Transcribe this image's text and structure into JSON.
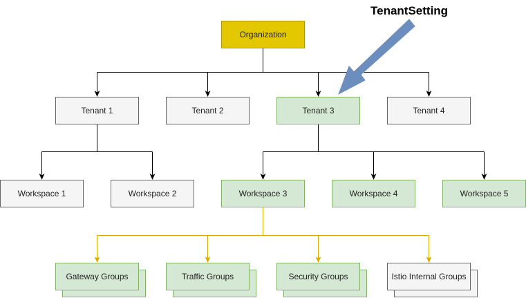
{
  "colors": {
    "org_fill": "#e3c800",
    "org_border": "#b09500",
    "gray_fill": "#f5f5f5",
    "gray_border": "#666666",
    "green_fill": "#d5e8d4",
    "green_border": "#82b366",
    "edge_black": "#000000",
    "edge_gold": "#d6a800",
    "arrow_blue": "#6c8ebf"
  },
  "callout": {
    "label": "TenantSetting"
  },
  "nodes": {
    "organization": {
      "label": "Organization"
    },
    "tenant1": {
      "label": "Tenant 1"
    },
    "tenant2": {
      "label": "Tenant 2"
    },
    "tenant3": {
      "label": "Tenant 3"
    },
    "tenant4": {
      "label": "Tenant 4"
    },
    "workspace1": {
      "label": "Workspace 1"
    },
    "workspace2": {
      "label": "Workspace 2"
    },
    "workspace3": {
      "label": "Workspace 3"
    },
    "workspace4": {
      "label": "Workspace 4"
    },
    "workspace5": {
      "label": "Workspace 5"
    },
    "gateway_groups": {
      "label": "Gateway Groups"
    },
    "traffic_groups": {
      "label": "Traffic Groups"
    },
    "security_groups": {
      "label": "Security Groups"
    },
    "istio_internal_groups": {
      "label": "Istio Internal Groups"
    }
  }
}
